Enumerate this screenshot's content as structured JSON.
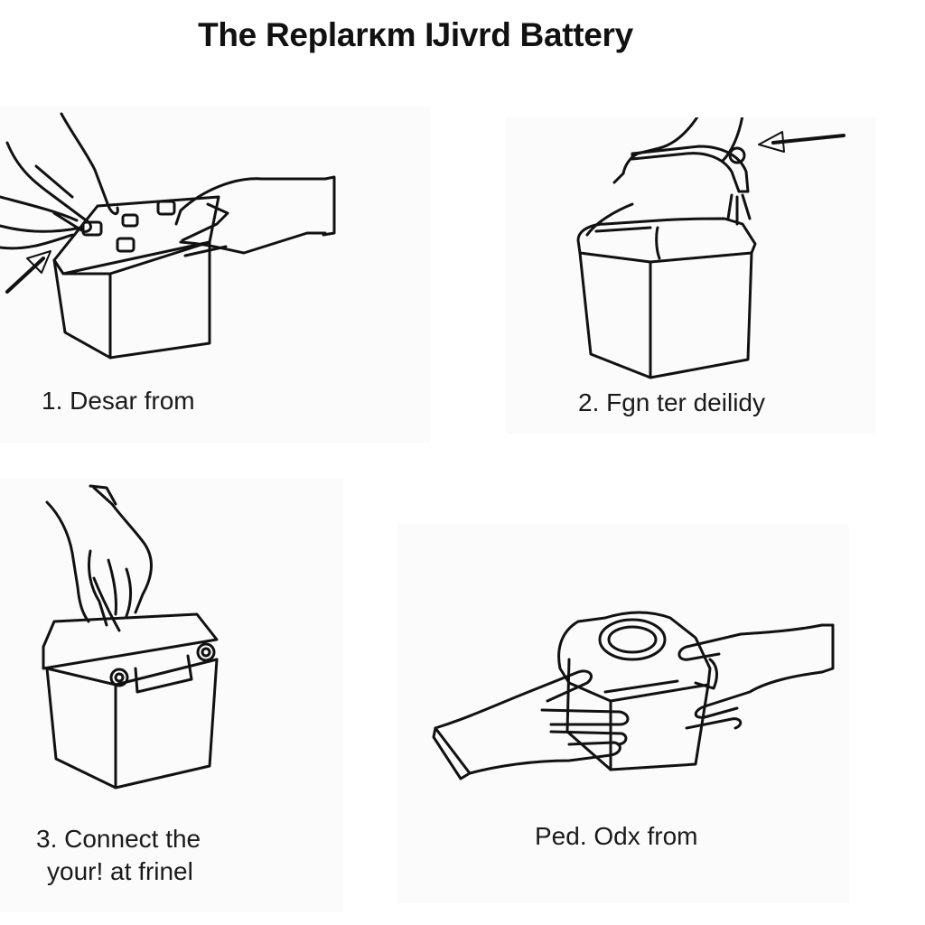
{
  "title": "The Replarĸm Ĳivrd Battery",
  "steps": [
    {
      "caption": "1. Desar from"
    },
    {
      "caption": "2. Fgn ter deilidy"
    },
    {
      "caption_line1": "3. Connect the",
      "caption_line2": "your! at frinel"
    },
    {
      "caption": "Ped. Odx from"
    }
  ],
  "icons": {
    "step1": [
      "hand-icon",
      "battery-icon",
      "arrow-icon"
    ],
    "step2": [
      "hand-icon",
      "battery-icon",
      "arrow-icon",
      "clamp-icon"
    ],
    "step3": [
      "hand-icon",
      "battery-icon"
    ],
    "step4": [
      "hand-icon",
      "battery-icon"
    ]
  }
}
